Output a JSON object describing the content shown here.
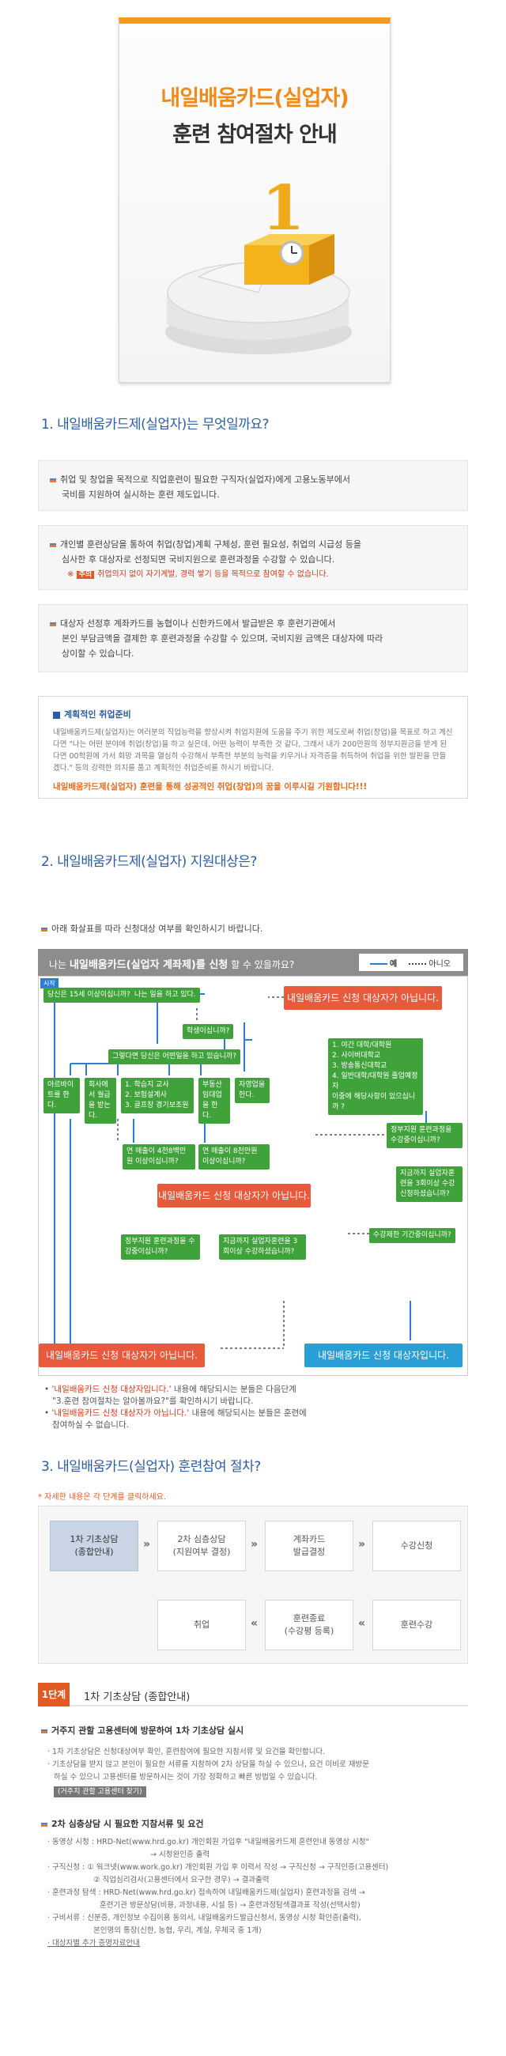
{
  "cover": {
    "title_line1": "내일배움카드(실업자)",
    "title_line2": "훈련 참여절차 안내"
  },
  "section1": {
    "title": "1. 내일배움카드제(실업자)는 무엇일까요?",
    "box1": {
      "line1": "취업 및 창업을 목적으로 직업훈련이 필요한 구직자(실업자)에게 고용노동부에서",
      "line2": "국비를 지원하여 실시하는 훈련 제도입니다."
    },
    "box2": {
      "line1": "개인별 훈련상담을 통하여 취업(창업)계획 구체성, 훈련 필요성, 취업의 시급성 등을",
      "line2": "심사한 후 대상자로 선정되면 국비지원으로 훈련과정을 수강할 수 있습니다.",
      "warn_tag": "주의",
      "warn_text": "취업의지 없이 자기계발, 경력 쌓기 등을 목적으로 참여할 수 없습니다."
    },
    "box3": {
      "line1": "대상자 선정후 계좌카드를 농협이나 신한카드에서 발급받은 후 훈련기관에서",
      "line2": "본인 부담금액을 결제한 후 훈련과정을 수강할 수 있으며, 국비지원 금액은 대상자에 따라",
      "line3": "상이할 수 있습니다."
    },
    "note": {
      "heading": "계획적인 취업준비",
      "body": "내일배움카드제(실업자)는 여러분의 직업능력을 향상시켜 취업지원에 도움을 주기 위한 제도로써 취업(창업)을 목표로 하고 계신다면 \"나는 어떤 분야에 취업(창업)을 하고 싶은데, 어떤 능력이 부족한 것 같다, 그래서 내가 200만원의 정부지원금을 받게 된다면 00학원에 가서 회망 과목을 열심히 수강해서 부족한 부분의 능력을 키우거나 자격증을 취득하여 취업을 위한 발판을 만들겠다.\" 등의 강력한 의지를 품고 계획적인 취업준비를 하시기 바랍니다.",
      "emphasis": "내일배움카드제(실업자) 훈련을 통해 성공적인 취업(창업)의 꿈을 이루시길 기원합니다!!!"
    }
  },
  "section2": {
    "title": "2. 내일배움카드제(실업자) 지원대상은?",
    "intro": "아래 화살표를 따라 신청대상 여부를 확인하시기 바랍니다.",
    "flow": {
      "question_prefix": "나는",
      "question_bold": "내일배움카드(실업자 계좌제)를 신청",
      "question_suffix": "할 수 있을까요?",
      "legend_yes": "예",
      "legend_no": "아니오",
      "start": "시작",
      "q_age": "당신은 15세 이상이십니까?",
      "q_work": "나는 일을 하고 있다.",
      "q_student": "학생이십니까?",
      "q_what": "그렇다면 당신은 어떤일을 하고 있습니까?",
      "opt_parttime": "아르바이트를 한다.",
      "opt_company": "회사에서 월급을 받는다.",
      "opt_list": "1. 학습지 교사\n2. 보험설계사\n3. 골프장 경기보조원",
      "opt_selfemployed": "부동산 임대업을 한다.",
      "opt_business": "자영업을 한다.",
      "q_income1": "연 매출이 4천8백만원 이상이십니까?",
      "q_income2": "연 매출이 8천만원 이상이십니까?",
      "school_list": "1. 야간 대학/대학원\n2. 사이버대학교\n3. 방송통신대학교\n4. 일반대학/대학원 졸업예정자\n이중에 해당사항이 있으십니까 ?",
      "q_gov1": "정부지원 훈련과정을 수강중이십니까?",
      "q_gov2": "지금까지 실업자훈련을 3회이상 수강신청하셨습니까?",
      "q_period": "수강제한 기간중이십니까?",
      "q_gov3": "정부지원 훈련과정을 수강중이십니까?",
      "q_gov4": "지금까지 실업자훈련을 3회이상 수강하셨습니까?",
      "not_target_top": "내일배움카드 신청 대상자가 아닙니다.",
      "not_target_mid": "내일배움카드 신청 대상자가 아닙니다.",
      "not_target_bottom": "내일배움카드 신청 대상자가 아닙니다.",
      "target": "내일배움카드 신청 대상자입니다."
    },
    "notes": {
      "n1_red": "'내일배움카드 신청 대상자입니다.'",
      "n1_rest": "내용에 해당되시는 분들은 다음단계",
      "n1_line2": "\"3.훈련 참여절차는 알아볼까요?\"를 확인하시기 바랍니다.",
      "n2_red": "'내일배움카드 신청 대상자가 아닙니다.'",
      "n2_rest": "내용에 해당되시는 분들은 훈련에",
      "n2_line2": "참여하실 수 없습니다."
    }
  },
  "section3": {
    "title": "3. 내일배움카드(실업자) 훈련참여 절차?",
    "hint": "* 자세한 내용은 각 단계를 클릭하세요.",
    "steps": [
      {
        "l1": "1차 기초상담",
        "l2": "(종합안내)"
      },
      {
        "l1": "2차 심층상담",
        "l2": "(지원여부 결정)"
      },
      {
        "l1": "계좌카드",
        "l2": "발급결정"
      },
      {
        "l1": "수강신청",
        "l2": ""
      },
      {
        "l1": "취업",
        "l2": ""
      },
      {
        "l1": "훈련종료",
        "l2": "(수강평 등록)"
      },
      {
        "l1": "훈련수강",
        "l2": ""
      }
    ],
    "step1": {
      "tag": "1단계",
      "title": "1차 기초상담 (종합안내)",
      "h1": "거주지 관할 고용센터에 방문하여 1차 기초상담 실시",
      "d1": "· 1차 기초상담은 신청대상여부 확인, 훈련참여에 필요한 지참서류 및 요건을 확인합니다.",
      "d2a": "· 기초상담을 받지 않고 본인이 필요한 서류를 지참하여 2차 상담을 하실 수 있으나, 요건 미비로 재방문",
      "d2b": "하실 수 있으니 고용센터를 방문하시는 것이 가장 정확하고 빠른 방법일 수 있습니다.",
      "btn": "(거주지 관할 고용센터 찾기)",
      "h2": "2차 심층상담 시 필요한 지참서류 및 요건",
      "r1": "· 동영상 시청 : HRD-Net(www.hrd.go.kr) 개인회원 가입후 \"내일배움카드제 훈련안내 동영상 시청\"",
      "r1b": "→ 시청완인증 출력",
      "r2": "· 구직신청 : ① 워크넷(www.work.go.kr) 개인회원 가입 후 이력서 작성 → 구직신청 → 구직인증(고용센터)",
      "r2b": "② 직업심리검사(고용센터에서 요구한 경우) → 결과출력",
      "r3": "· 훈련과정 탐색 : HRD-Net(www.hrd.go.kr) 접속하여 내일배움카드제(실업자) 훈련과정을 검색 →",
      "r3b": "훈련기관 방문상담(비용, 과정내용, 시설 등) → 훈련과정탐색결과표 작성(선택사항)",
      "r4": "· 구비서류 : 신분증, 개인정보 수집이용 동의서, 내일배움카드발급신청서, 동영상 시청 확인증(출력),",
      "r4b": "본인명의 통장(신한, 농협, 우리, 계실, 우체국 중 1개)",
      "r5": "· 대상자별 추가 증명자료안내"
    }
  }
}
